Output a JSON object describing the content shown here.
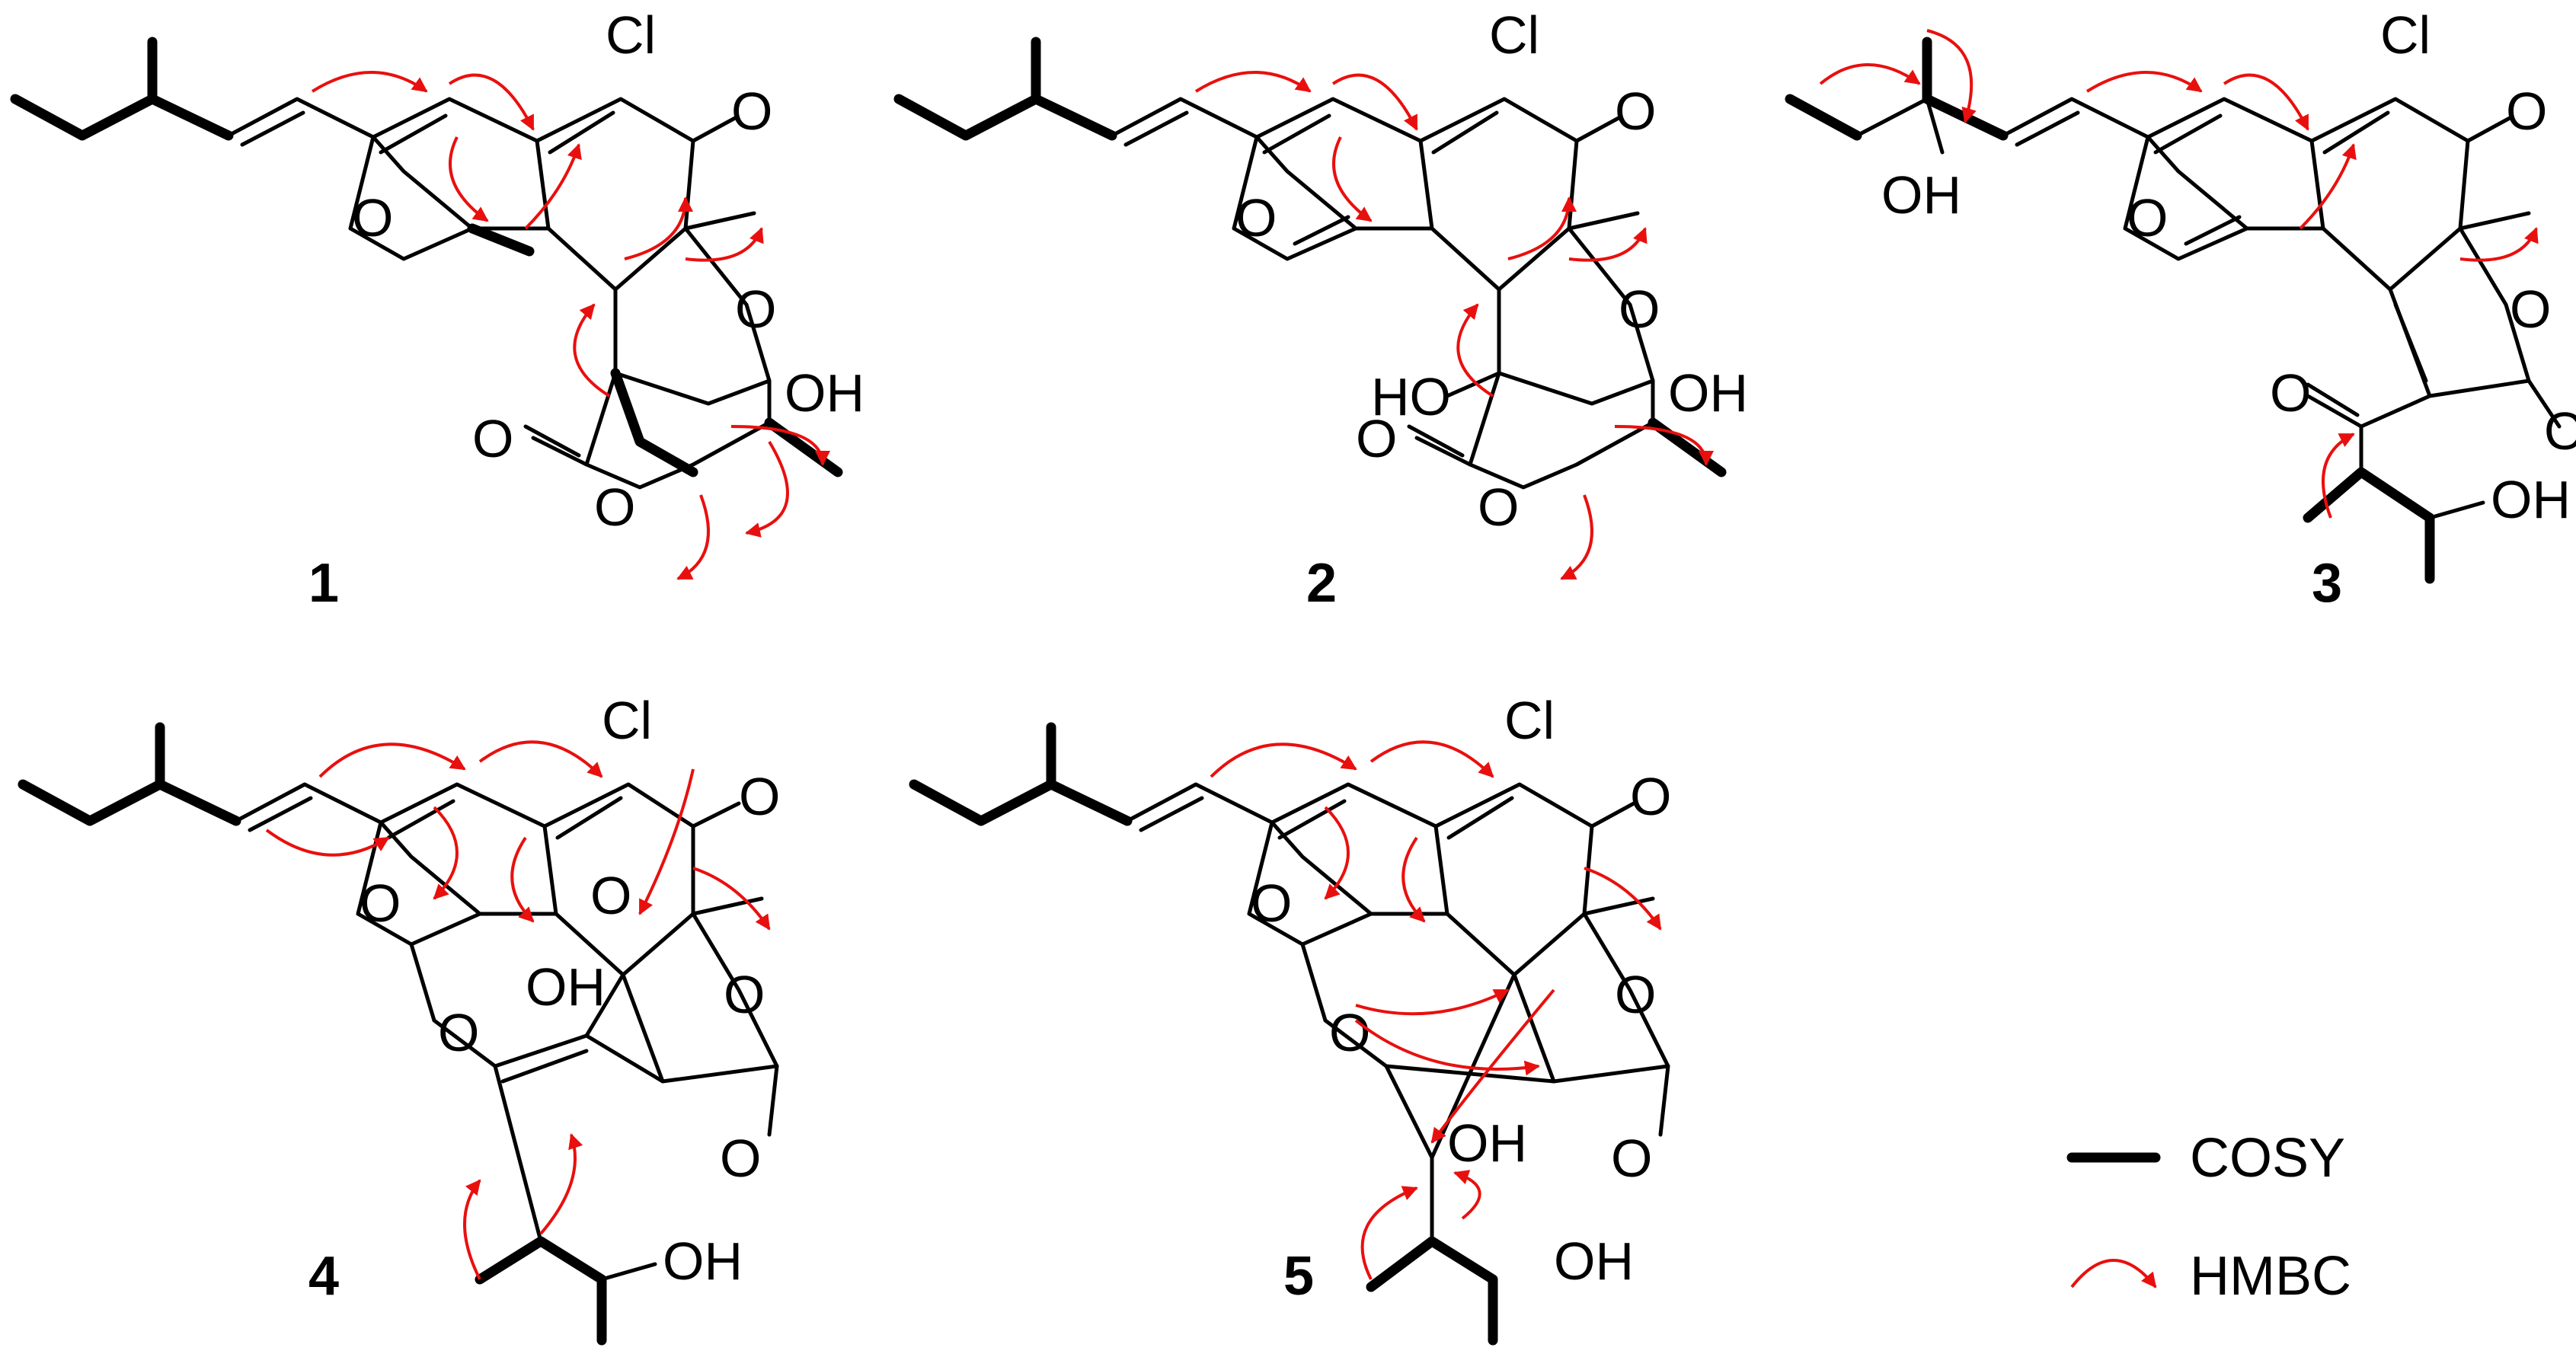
{
  "figure": {
    "compound_labels": [
      "1",
      "2",
      "3",
      "4",
      "5"
    ],
    "atom_labels": {
      "chlorine": "Cl",
      "oxygen": "O",
      "hydroxyl": "OH",
      "hydroxyl_left": "HO"
    },
    "legend": [
      {
        "key": "cosy",
        "label": "COSY"
      },
      {
        "key": "hmbc",
        "label": "HMBC"
      }
    ],
    "colors": {
      "bonds": "#000000",
      "cosy": "#000000",
      "hmbc": "#e8100e",
      "background": "#ffffff"
    }
  }
}
